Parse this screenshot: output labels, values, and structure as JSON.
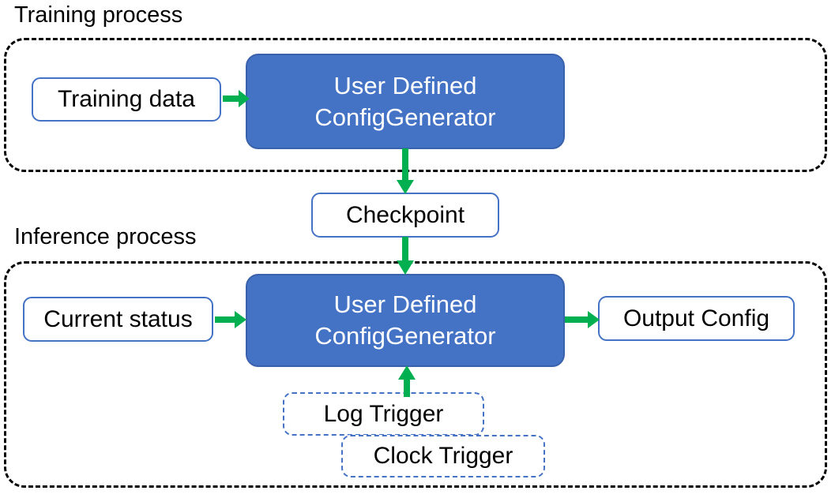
{
  "diagram": {
    "title_training": "Training process",
    "title_inference": "Inference process",
    "colors": {
      "process_fill": "#4472C4",
      "node_border": "#4472C4",
      "arrow": "#00B050",
      "section_border": "#000000",
      "text_dark": "#000000",
      "text_light": "#FFFFFF"
    }
  },
  "training": {
    "label": "Training process",
    "input": {
      "label": "Training data"
    },
    "generator": {
      "line1": "User Defined",
      "line2": "ConfigGenerator"
    }
  },
  "checkpoint": {
    "label": "Checkpoint"
  },
  "inference": {
    "label": "Inference process",
    "input": {
      "label": "Current status"
    },
    "generator": {
      "line1": "User Defined",
      "line2": "ConfigGenerator"
    },
    "output": {
      "label": "Output Config"
    },
    "triggers": [
      {
        "label": "Log Trigger"
      },
      {
        "label": "Clock Trigger"
      }
    ]
  },
  "arrows": [
    {
      "name": "training-data-to-generator",
      "direction": "right"
    },
    {
      "name": "training-generator-to-checkpoint",
      "direction": "down"
    },
    {
      "name": "checkpoint-to-inference-generator",
      "direction": "down"
    },
    {
      "name": "current-status-to-generator",
      "direction": "right"
    },
    {
      "name": "generator-to-output-config",
      "direction": "right"
    },
    {
      "name": "log-trigger-to-generator",
      "direction": "up"
    }
  ]
}
